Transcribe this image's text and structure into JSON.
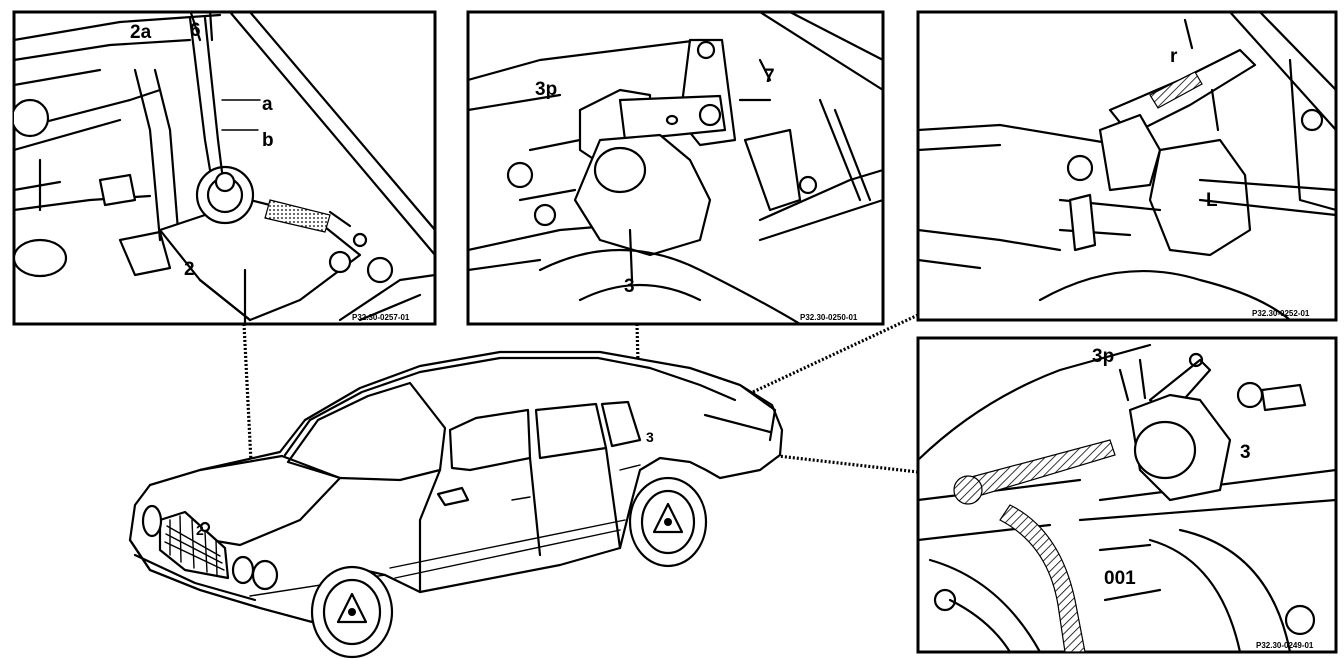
{
  "panels": [
    {
      "id": "top-left",
      "ref_code": "P32.30-0257-01",
      "callouts": {
        "c2a": "2a",
        "c6": "6",
        "ca": "a",
        "cb": "b",
        "c2": "2"
      }
    },
    {
      "id": "top-middle",
      "ref_code": "P32.30-0250-01",
      "callouts": {
        "c3p": "3p",
        "c7": "7",
        "c3": "3"
      }
    },
    {
      "id": "top-right",
      "ref_code": "P32.30-0252-01",
      "callouts": {
        "cr": "r",
        "cL": "L"
      }
    },
    {
      "id": "bottom-right",
      "ref_code": "P32.30-0249-01",
      "callouts": {
        "c3p": "3p",
        "c3": "3",
        "c001": "001"
      }
    }
  ],
  "car": {
    "callouts": {
      "c2": "2",
      "c3": "3"
    }
  }
}
